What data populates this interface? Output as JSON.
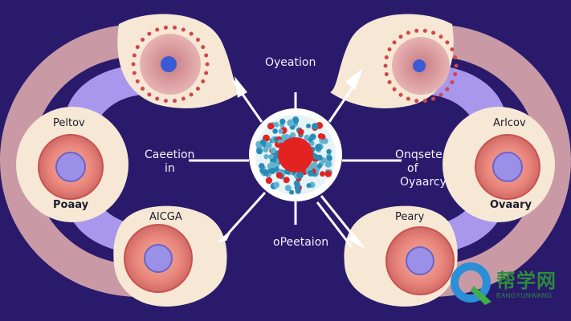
{
  "labels": {
    "top_center": "Oyeation",
    "left_middle_line1": "Caeetion",
    "left_middle_line2": "in",
    "right_middle_line1": "Onqsete",
    "right_middle_line2": "of",
    "right_middle_line3": "Oyaarcy",
    "bottom_center": "oPeetaion",
    "left_cell_top": "Peltov",
    "left_cell_bottom": "Poaay",
    "bottom_left_cell": "AICGA",
    "right_cell_top": "Arlcov",
    "right_cell_bottom": "Ovaary",
    "bottom_right_cell": "Peary"
  },
  "watermark": {
    "title": "帮学网",
    "subtitle": "BANGYUNWANG"
  },
  "colors": {
    "background": "#2a1a6b",
    "panel": "#f6e8d4",
    "band": "#c99aa6",
    "lavender": "#a897ec",
    "cell_red": "#e8837a",
    "nucleus": "#9b90e8",
    "center_red": "#e32222",
    "center_blue": "#2a8bb5"
  }
}
